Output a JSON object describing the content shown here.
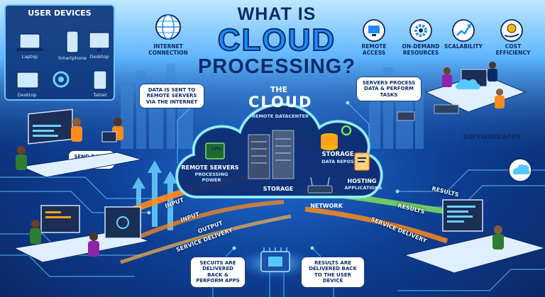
{
  "title": {
    "line1": "WHAT IS",
    "line2": "CLOUD",
    "line3": "PROCESSING?"
  },
  "user_devices": {
    "title": "USER DEVICES",
    "items": [
      "Laptop",
      "Smartphone",
      "Desktop",
      "Desktop",
      "Tablet"
    ]
  },
  "top_labels": {
    "internet": "INTERNET CONNECTION",
    "remote_access": "REMOTE ACCESS",
    "on_demand": "ON-DEMAND RESOURCES",
    "scalability": "SCALABILITY",
    "cost": "COST EFFICIENCY"
  },
  "bubbles": {
    "data_sent": "DATA IS SENT TO REMOTE SERVERS VIA THE INTERNET",
    "servers_process": "SERVERS PROCESS DATA & PERFORM TASKS",
    "send_requests": "SEND DATA / REQUESTS",
    "secuits": "SECUITS ARE DELIVERED BACK & PERFORM APPS",
    "results_back": "RESULTS ARE DELIVERED BACK TO THE USER DEVICE"
  },
  "cloud": {
    "the": "THE",
    "name": "CLOUD",
    "subtitle": "REMOTE DATACENTER",
    "remote_servers": "REMOTE SERVERS",
    "processing_power": "PROCESSING POWER",
    "cpu": "CPU",
    "storage_main": "STORAGE",
    "storage_sub": "DATA REPOS",
    "hosting_main": "HOSTING",
    "hosting_sub": "APPLICATIONS",
    "storage_lower": "STORAGE",
    "network": "NETWORK"
  },
  "software_apps": "SOFTWARE/APPS",
  "streams": {
    "input1": "INPUT",
    "input2": "INPUT",
    "output": "OUTPUT",
    "service_left": "SERVICE DELIVERY",
    "results1": "RESULTS",
    "results2": "RESULTS",
    "service_right": "SERVICE DELIVERY"
  },
  "colors": {
    "accent": "#1e8bff",
    "navy": "#0c2c66",
    "orange": "#ff8a1f",
    "green": "#7ee05a",
    "cyan": "#40d4ff"
  }
}
